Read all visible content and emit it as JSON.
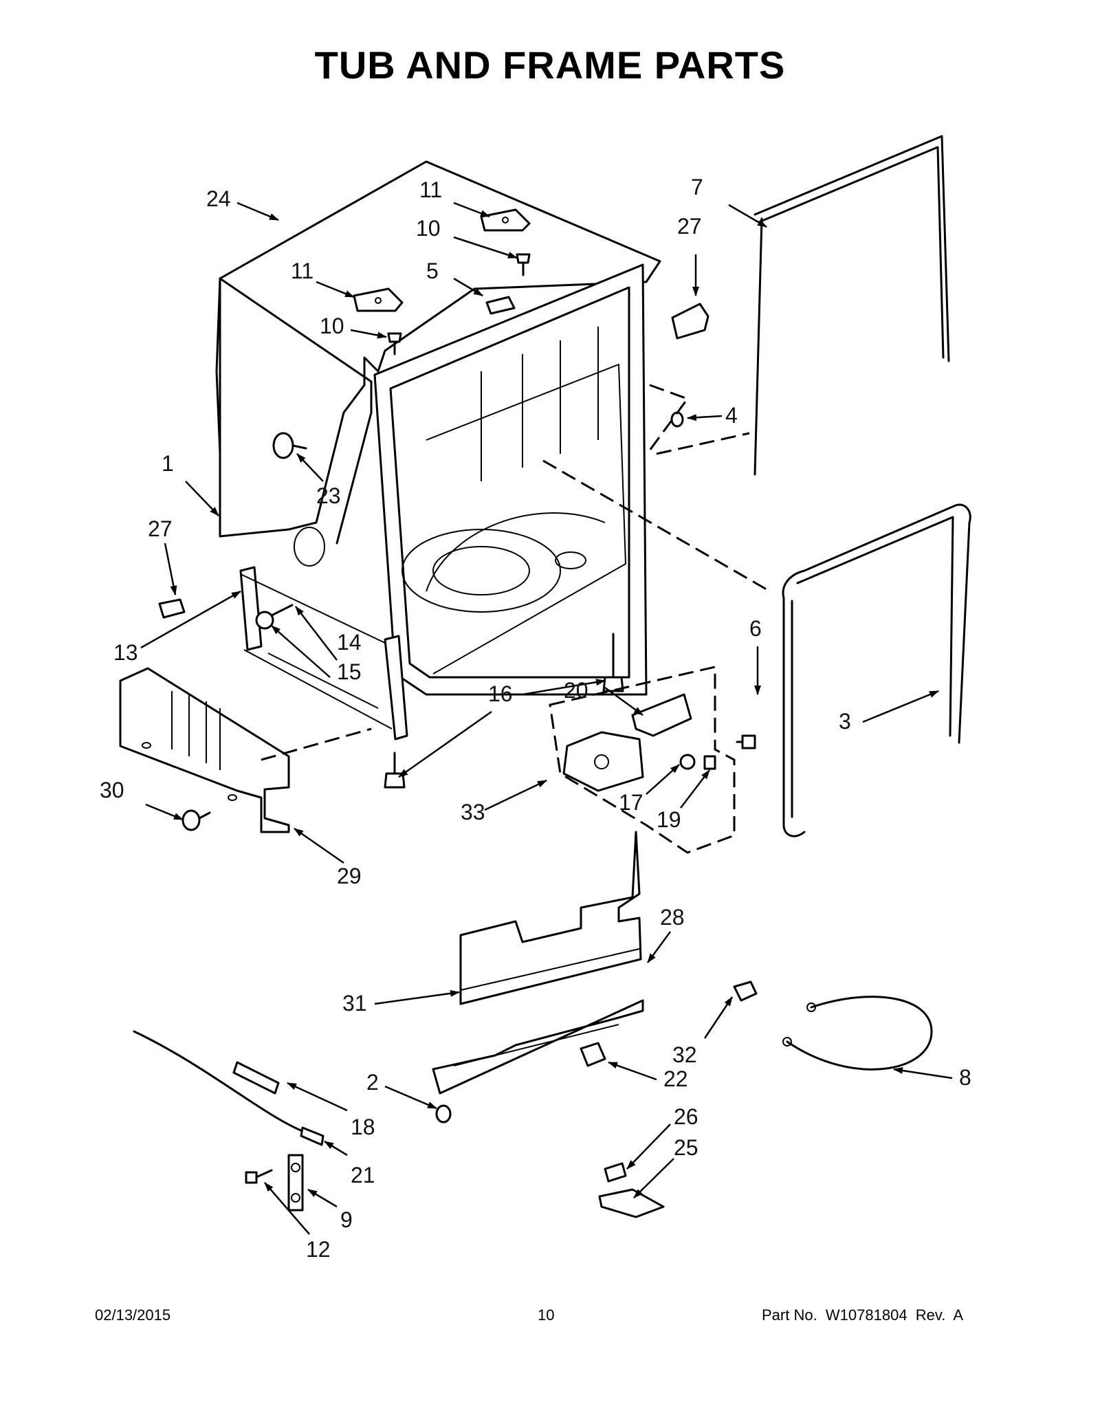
{
  "title": "TUB AND FRAME PARTS",
  "footer": {
    "date": "02/13/2015",
    "page_number": "10",
    "part_number": "Part No.  W10781804  Rev.  A"
  },
  "callouts": [
    {
      "id": "c-24",
      "label": "24"
    },
    {
      "id": "c-11a",
      "label": "11"
    },
    {
      "id": "c-10a",
      "label": "10"
    },
    {
      "id": "c-7",
      "label": "7"
    },
    {
      "id": "c-27a",
      "label": "27"
    },
    {
      "id": "c-5",
      "label": "5"
    },
    {
      "id": "c-11b",
      "label": "11"
    },
    {
      "id": "c-10b",
      "label": "10"
    },
    {
      "id": "c-4",
      "label": "4"
    },
    {
      "id": "c-1",
      "label": "1"
    },
    {
      "id": "c-23",
      "label": "23"
    },
    {
      "id": "c-27b",
      "label": "27"
    },
    {
      "id": "c-6",
      "label": "6"
    },
    {
      "id": "c-13",
      "label": "13"
    },
    {
      "id": "c-14",
      "label": "14"
    },
    {
      "id": "c-15",
      "label": "15"
    },
    {
      "id": "c-16",
      "label": "16"
    },
    {
      "id": "c-20",
      "label": "20"
    },
    {
      "id": "c-3",
      "label": "3"
    },
    {
      "id": "c-30",
      "label": "30"
    },
    {
      "id": "c-33",
      "label": "33"
    },
    {
      "id": "c-17",
      "label": "17"
    },
    {
      "id": "c-19",
      "label": "19"
    },
    {
      "id": "c-29",
      "label": "29"
    },
    {
      "id": "c-28",
      "label": "28"
    },
    {
      "id": "c-31",
      "label": "31"
    },
    {
      "id": "c-32",
      "label": "32"
    },
    {
      "id": "c-8",
      "label": "8"
    },
    {
      "id": "c-22",
      "label": "22"
    },
    {
      "id": "c-2",
      "label": "2"
    },
    {
      "id": "c-18",
      "label": "18"
    },
    {
      "id": "c-26",
      "label": "26"
    },
    {
      "id": "c-25",
      "label": "25"
    },
    {
      "id": "c-21",
      "label": "21"
    },
    {
      "id": "c-9",
      "label": "9"
    },
    {
      "id": "c-12",
      "label": "12"
    }
  ]
}
